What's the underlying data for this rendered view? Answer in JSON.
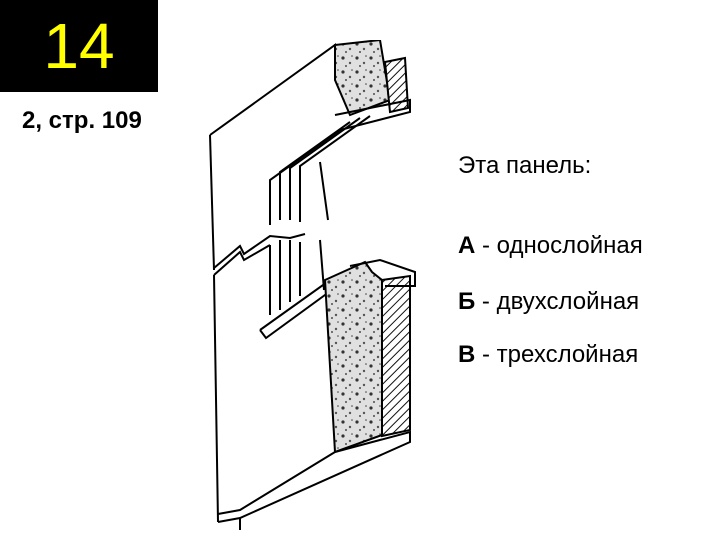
{
  "slide": {
    "number": "14",
    "reference": "2, стр. 109",
    "number_bg": "#000000",
    "number_color": "#ffff00"
  },
  "question": {
    "prompt": "Эта панель:",
    "options": [
      {
        "letter": "А",
        "text": " - однослойная"
      },
      {
        "letter": "Б",
        "text": " - двухслойная"
      },
      {
        "letter": "В",
        "text": " - трехслойная"
      }
    ]
  }
}
